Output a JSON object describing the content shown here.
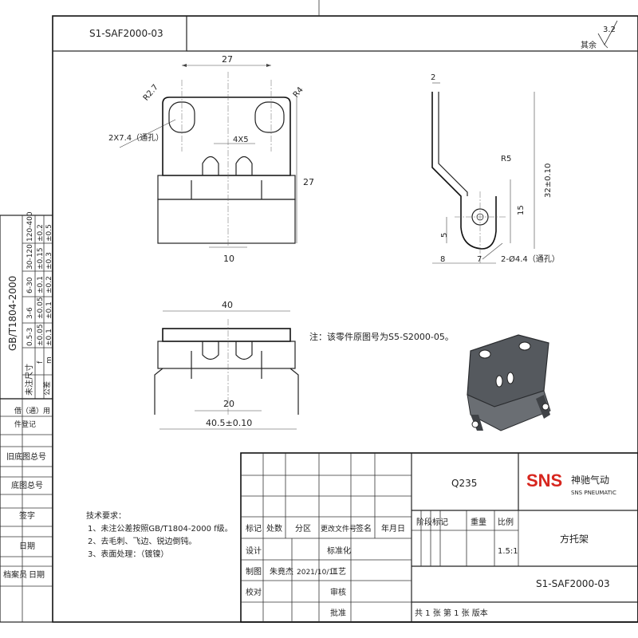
{
  "drawing_number_top": "S1-SAF2000-03",
  "roughness": {
    "label": "其余",
    "value": "3.2"
  },
  "dims_front": {
    "width_holes": "27",
    "r_left": "R2.7",
    "r_right": "R4",
    "hole_note": "2X7.4（通孔）",
    "slot": "4X5",
    "height": "27",
    "bottom": "10"
  },
  "dims_side": {
    "thickness": "2",
    "radius": "R5",
    "total_height": "32±0.10",
    "height15": "15",
    "height5": "5",
    "width8": "8",
    "width7": "7",
    "hole": "2-Ø4.4（通孔）"
  },
  "dims_top": {
    "width40": "40",
    "width20": "20",
    "width40_5": "40.5±0.10"
  },
  "note": "注：该零件原图号为S5-S2000-05。",
  "tolerance_table": {
    "standard": "GB/T1804-2000",
    "header": "未注尺寸",
    "ranges": [
      "0.5-3",
      "3-6",
      "6-30",
      "30-120",
      "120-400"
    ],
    "grade_label": "公差",
    "f_label": "f",
    "m_label": "m",
    "f_values": [
      "±0.05",
      "±0.05",
      "±0.1",
      "±0.15",
      "±0.2"
    ],
    "m_values": [
      "±0.1",
      "±0.1",
      "±0.2",
      "±0.3",
      "±0.5"
    ]
  },
  "left_column": {
    "used_on": "借（通）用",
    "part_reg": "件登记",
    "old_drawing": "旧底图总号",
    "base_drawing": "底图总号",
    "signature": "签字",
    "date": "日期",
    "archive": "档案员",
    "date2": "日期"
  },
  "tech_req": {
    "title": "技术要求：",
    "items": [
      "1、未注公差按照GB/T1804-2000 f级。",
      "2、去毛刺、飞边、锐边倒钝。",
      "3、表面处理：（镀镍）"
    ]
  },
  "title_block": {
    "material": "Q235",
    "company_logo": "SNS",
    "company_cn": "神驰气动",
    "company_en": "SNS PNEUMATIC",
    "part_name": "方托架",
    "drawing_number": "S1-SAF2000-03",
    "scale": "1.5:1",
    "headers": [
      "标记",
      "处数",
      "分区",
      "更改文件号",
      "签名",
      "年月日"
    ],
    "stage_header": "阶段标记",
    "weight_header": "重量",
    "scale_header": "比例",
    "roles": [
      "设计",
      "制图",
      "校对"
    ],
    "roles_right": [
      "标准化",
      "工艺",
      "审核",
      "批准"
    ],
    "drafter": "朱竟杰",
    "draft_date": "2021/10/11",
    "sheets": "共 1 张  第 1 张  版本"
  }
}
